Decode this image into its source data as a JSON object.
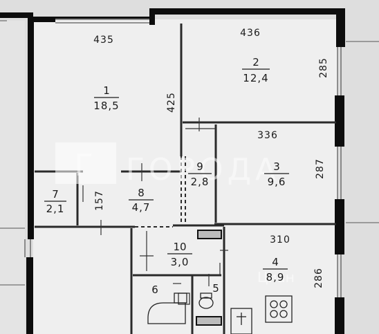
{
  "rooms": [
    {
      "number": "1",
      "area": "18,5"
    },
    {
      "number": "2",
      "area": "12,4"
    },
    {
      "number": "3",
      "area": "9,6"
    },
    {
      "number": "4",
      "area": "8,9"
    },
    {
      "number": "5",
      "area": ""
    },
    {
      "number": "6",
      "area": ""
    },
    {
      "number": "7",
      "area": "2,1"
    },
    {
      "number": "8",
      "area": "4,7"
    },
    {
      "number": "9",
      "area": "2,8"
    },
    {
      "number": "10",
      "area": "3,0"
    }
  ],
  "dimensions": {
    "room1_width": "435",
    "room1_height": "425",
    "room2_width": "436",
    "room2_height": "285",
    "room3_width": "336",
    "room3_height": "287",
    "room4_width": "310",
    "room4_height": "286",
    "room7_height": "157"
  },
  "watermark": {
    "text": "ГОРОДА",
    "logo_letter": "Г",
    "source_text": "Циан"
  },
  "colors": {
    "wall": "#0d0d0d",
    "line": "#3a3a3a",
    "floor": "#ececec",
    "exterior": "#dcdcdc",
    "watermark": "#ffffff"
  }
}
